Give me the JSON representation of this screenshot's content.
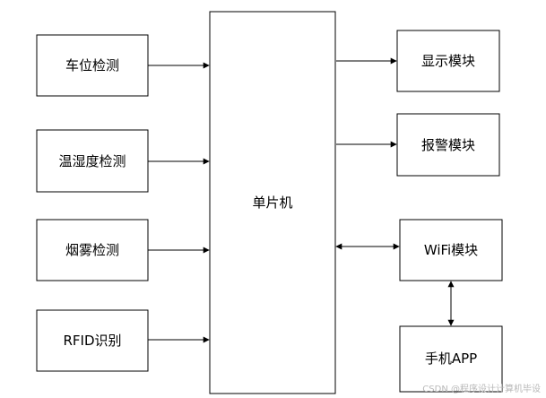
{
  "diagram": {
    "mcu": {
      "label": "单片机"
    },
    "inputs": [
      {
        "label": "车位检测"
      },
      {
        "label": "温湿度检测"
      },
      {
        "label": "烟雾检测"
      },
      {
        "label": "RFID识别"
      }
    ],
    "outputs": [
      {
        "label": "显示模块"
      },
      {
        "label": "报警模块"
      }
    ],
    "wifi": {
      "label": "WiFi模块"
    },
    "app": {
      "label": "手机APP"
    },
    "watermark": "CSDN @程序设计计算机毕设"
  },
  "colors": {
    "stroke": "#000000",
    "background": "#ffffff",
    "watermark": "#b8b8b8"
  }
}
